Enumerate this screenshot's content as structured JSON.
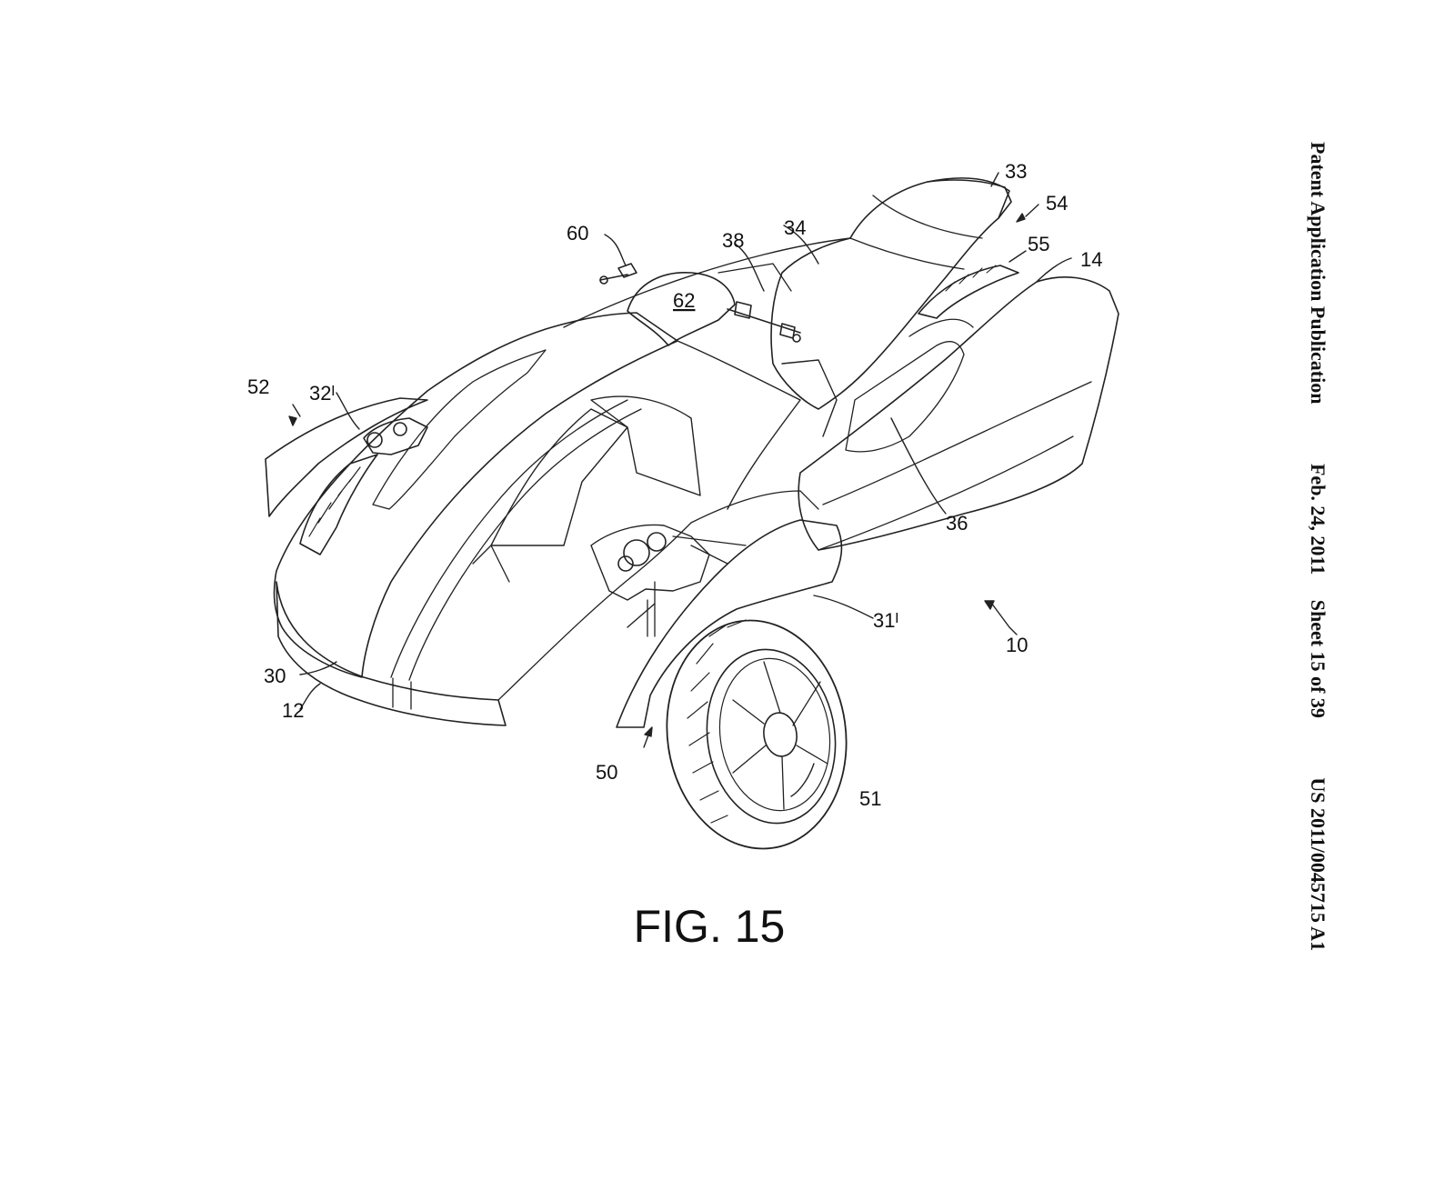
{
  "header": {
    "publication_type": "Patent Application Publication",
    "date": "Feb. 24, 2011",
    "sheet": "Sheet 15 of 39",
    "publication_number": "US 2011/0045715 A1"
  },
  "figure": {
    "title": "FIG. 15",
    "reference_labels": {
      "r10": "10",
      "r12": "12",
      "r14": "14",
      "r30": "30",
      "r31": "31ᴵ",
      "r32": "32ᴵ",
      "r33": "33",
      "r34": "34",
      "r36": "36",
      "r38": "38",
      "r50": "50",
      "r51": "51",
      "r52": "52",
      "r54": "54",
      "r55": "55",
      "r60": "60",
      "r62": "62"
    }
  }
}
